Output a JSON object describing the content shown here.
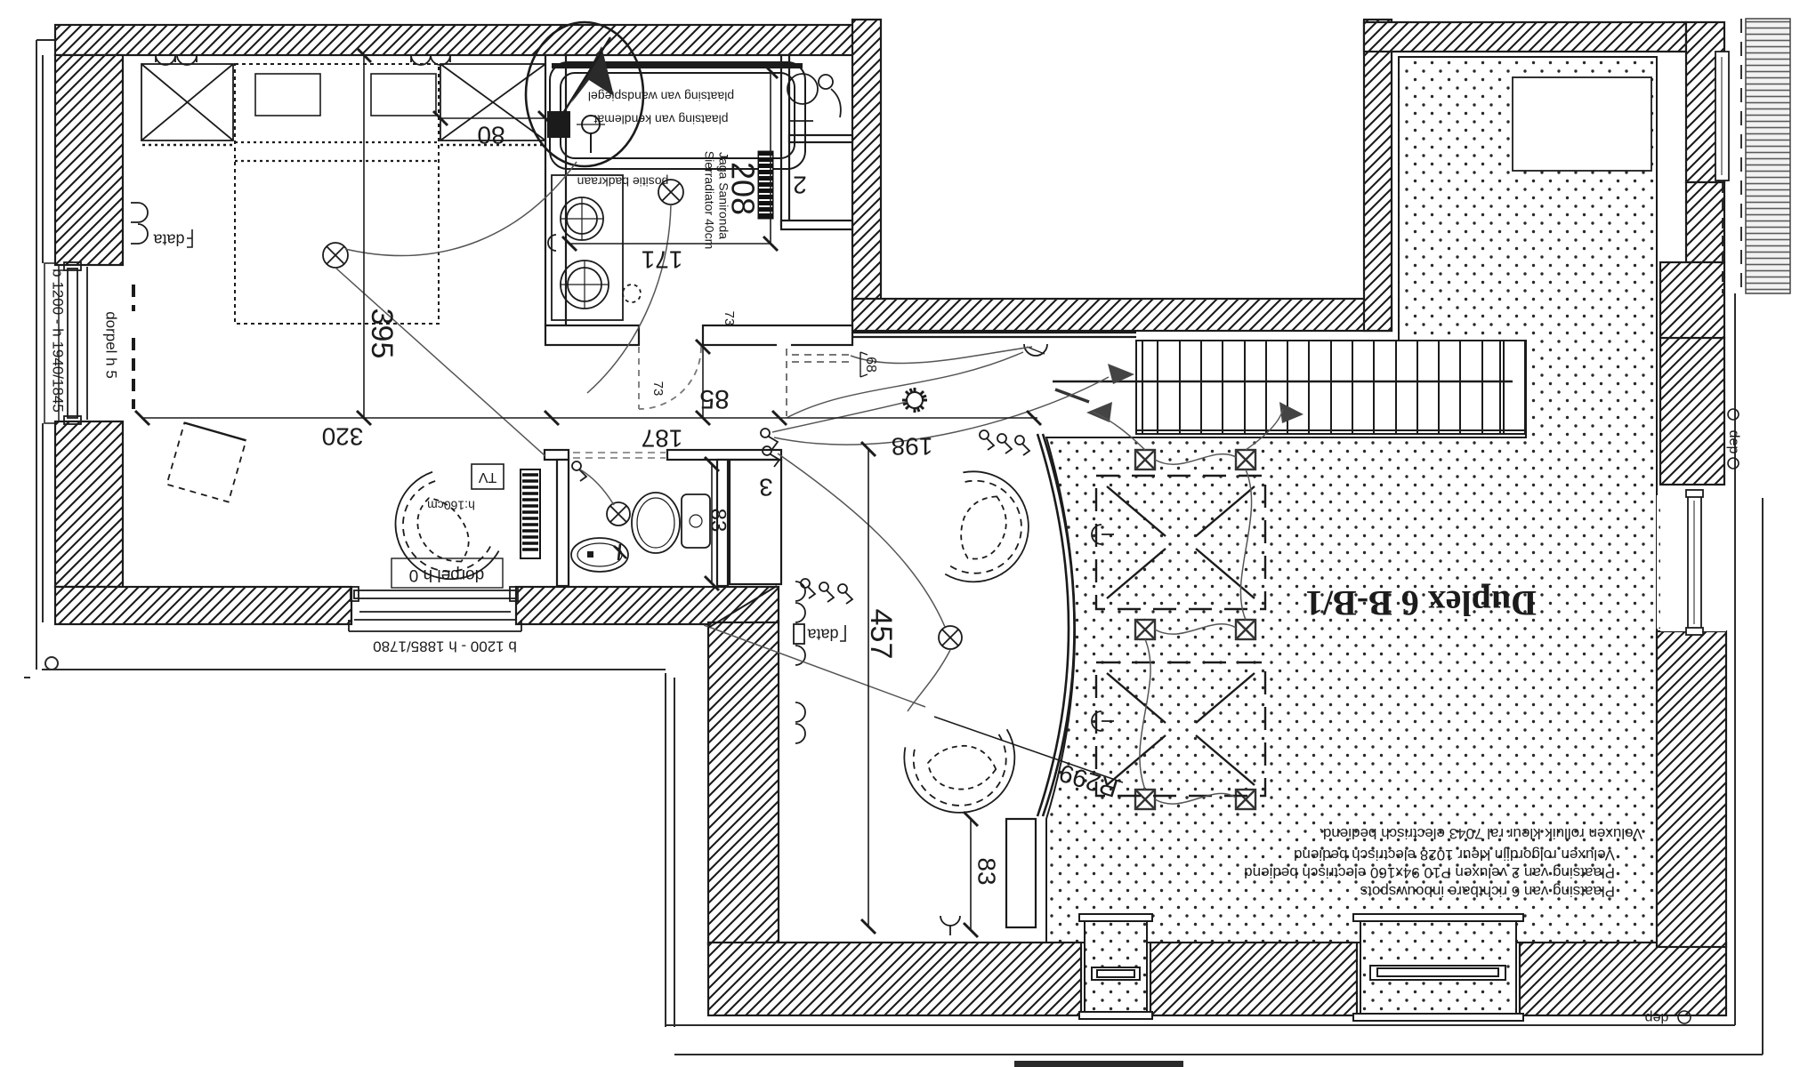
{
  "plan": {
    "title": "Duplex 6 B-B/1",
    "notes": [
      "Plaatsing van 6 richtbare inbouwspots",
      "Plaatsing van 2 veluxen P10 94x160 electrisch bediend",
      "Veluxen rolgordijn kleur 1028 electrisch bediend",
      "Veluxen rolluik kleur ral 7043 electrisch bediend."
    ],
    "room_numbers": {
      "bathroom_cabin": "2",
      "wc": "3"
    },
    "windows": {
      "left": {
        "size": "b 1200 - h 1940/1845",
        "sill": "dorpel h 5"
      },
      "bottom": {
        "size": "b 1200 - h 1885/1780",
        "sill": "dorpel h 0"
      }
    },
    "bathroom": {
      "mirror_note": "plaatsing van wandspiegel",
      "mat_note": "plaatsing van kendlemat",
      "tap_note": "positie badkraan",
      "radiator_line1": "Sierradiator 40cm",
      "radiator_line2": "Jaga Sanironda"
    },
    "labels": {
      "data": "data",
      "tv": "TV",
      "chair_height": "h:160cm",
      "dep": "dep",
      "radius": "R299"
    },
    "dimensions": {
      "d395": "395",
      "d320": "320",
      "d80": "80",
      "d208": "208",
      "d171": "171",
      "d73": "73",
      "d85": "85",
      "d187": "187",
      "d198": "198",
      "d68": "68",
      "d457": "457",
      "d83_wc": "83",
      "d83_dormer": "83"
    }
  },
  "colors": {
    "ink": "#1b1b1b",
    "paper": "#ffffff",
    "faint": "#8a8a8a"
  }
}
